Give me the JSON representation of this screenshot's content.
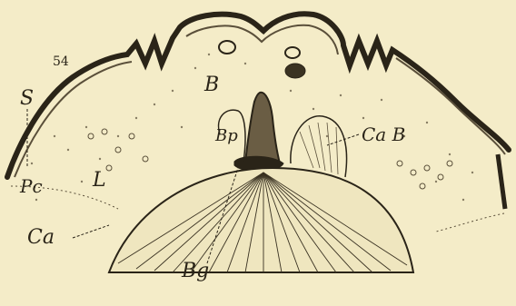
{
  "figure": {
    "number": "54",
    "labels": {
      "S": "S",
      "Pc": "Pc",
      "L": "L",
      "Ca": "Ca",
      "B": "B",
      "Bp": "Bp",
      "CaB": "Ca B",
      "Bg": "Bg"
    }
  },
  "colors": {
    "paper": "#f4ecc8",
    "ink": "#2a2418",
    "shade": "#5a4f3a"
  }
}
